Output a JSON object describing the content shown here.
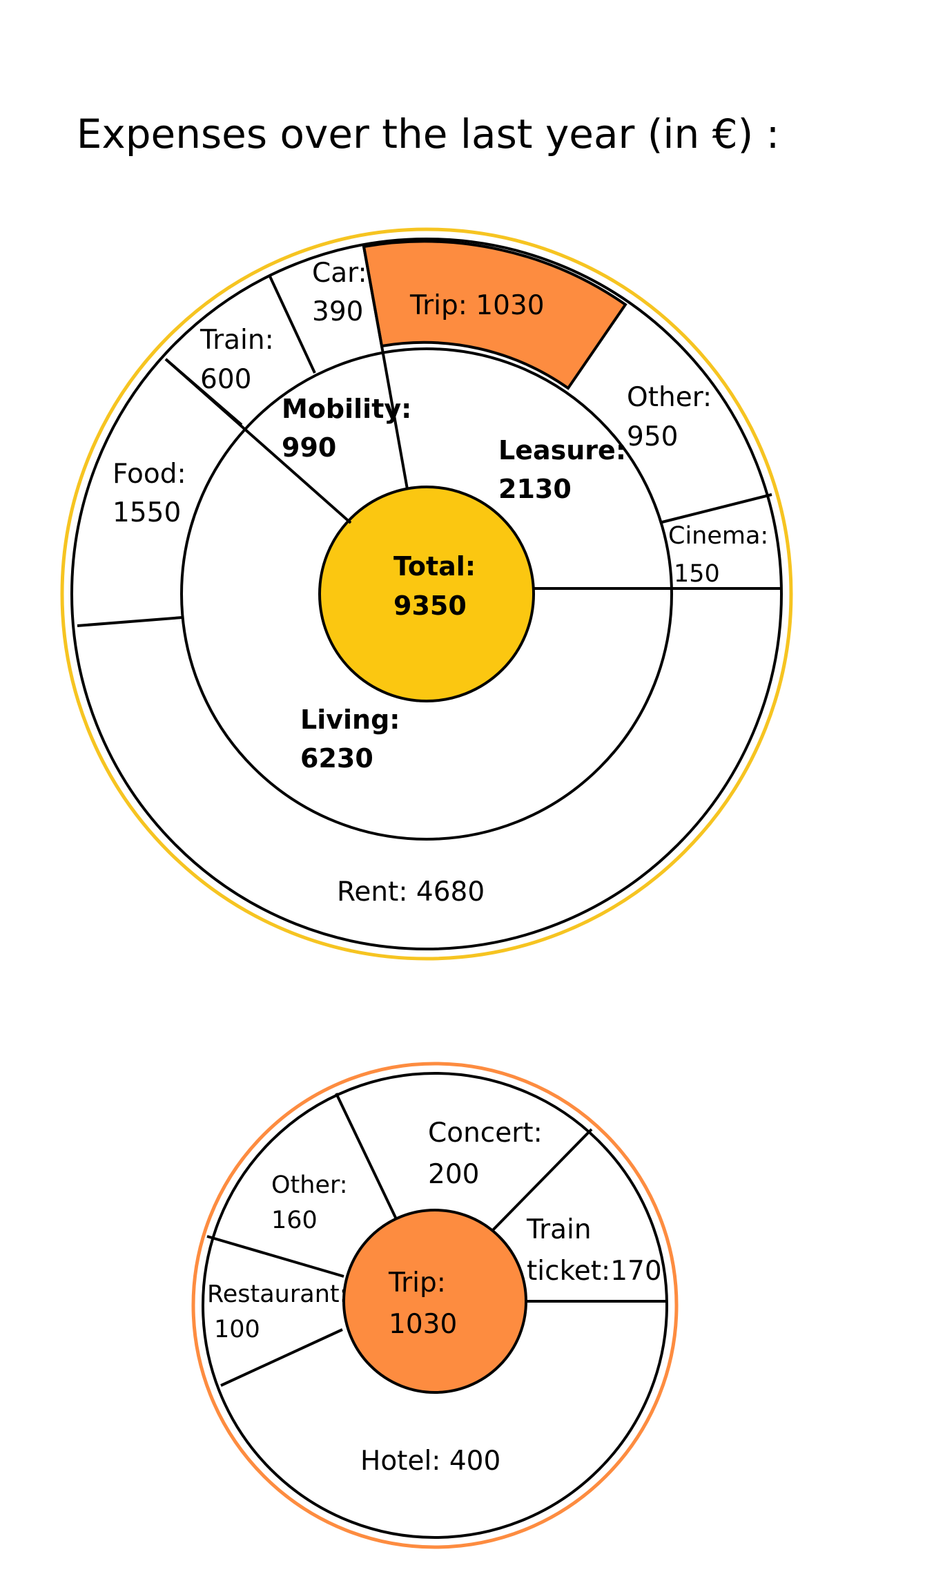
{
  "title": "Expenses over the last year (in €) :",
  "colors": {
    "total": "#fbc711",
    "trip": "#fd8c40",
    "outer_ring_main": "#f6c421",
    "outer_ring_trip": "#fd8c40",
    "line": "#000000"
  },
  "chart_data": [
    {
      "type": "sunburst",
      "center": {
        "label": "Total:",
        "value": "9350"
      },
      "categories": [
        {
          "label": "Mobility:",
          "value": "990",
          "children": [
            {
              "label": "Train:",
              "value": "600"
            },
            {
              "label": "Car:",
              "value": "390"
            }
          ]
        },
        {
          "label": "Leasure:",
          "value": "2130",
          "children": [
            {
              "label": "Trip: 1030",
              "value": "1030",
              "highlight": true
            },
            {
              "label": "Other:",
              "value": "950"
            },
            {
              "label": "Cinema:",
              "value": "150"
            }
          ]
        },
        {
          "label": "Living:",
          "value": "6230",
          "children": [
            {
              "label": "Rent: 4680",
              "value": "4680"
            },
            {
              "label": "Food:",
              "value": "1550"
            }
          ]
        }
      ]
    },
    {
      "type": "donut",
      "center": {
        "label": "Trip:",
        "value": "1030"
      },
      "slices": [
        {
          "label": "Concert:",
          "value": "200"
        },
        {
          "label": "Train",
          "label2": "ticket:170",
          "value": "170"
        },
        {
          "label": "Hotel: 400",
          "value": "400"
        },
        {
          "label": "Restaurant:",
          "value": "100"
        },
        {
          "label": "Other:",
          "value": "160"
        }
      ]
    }
  ]
}
